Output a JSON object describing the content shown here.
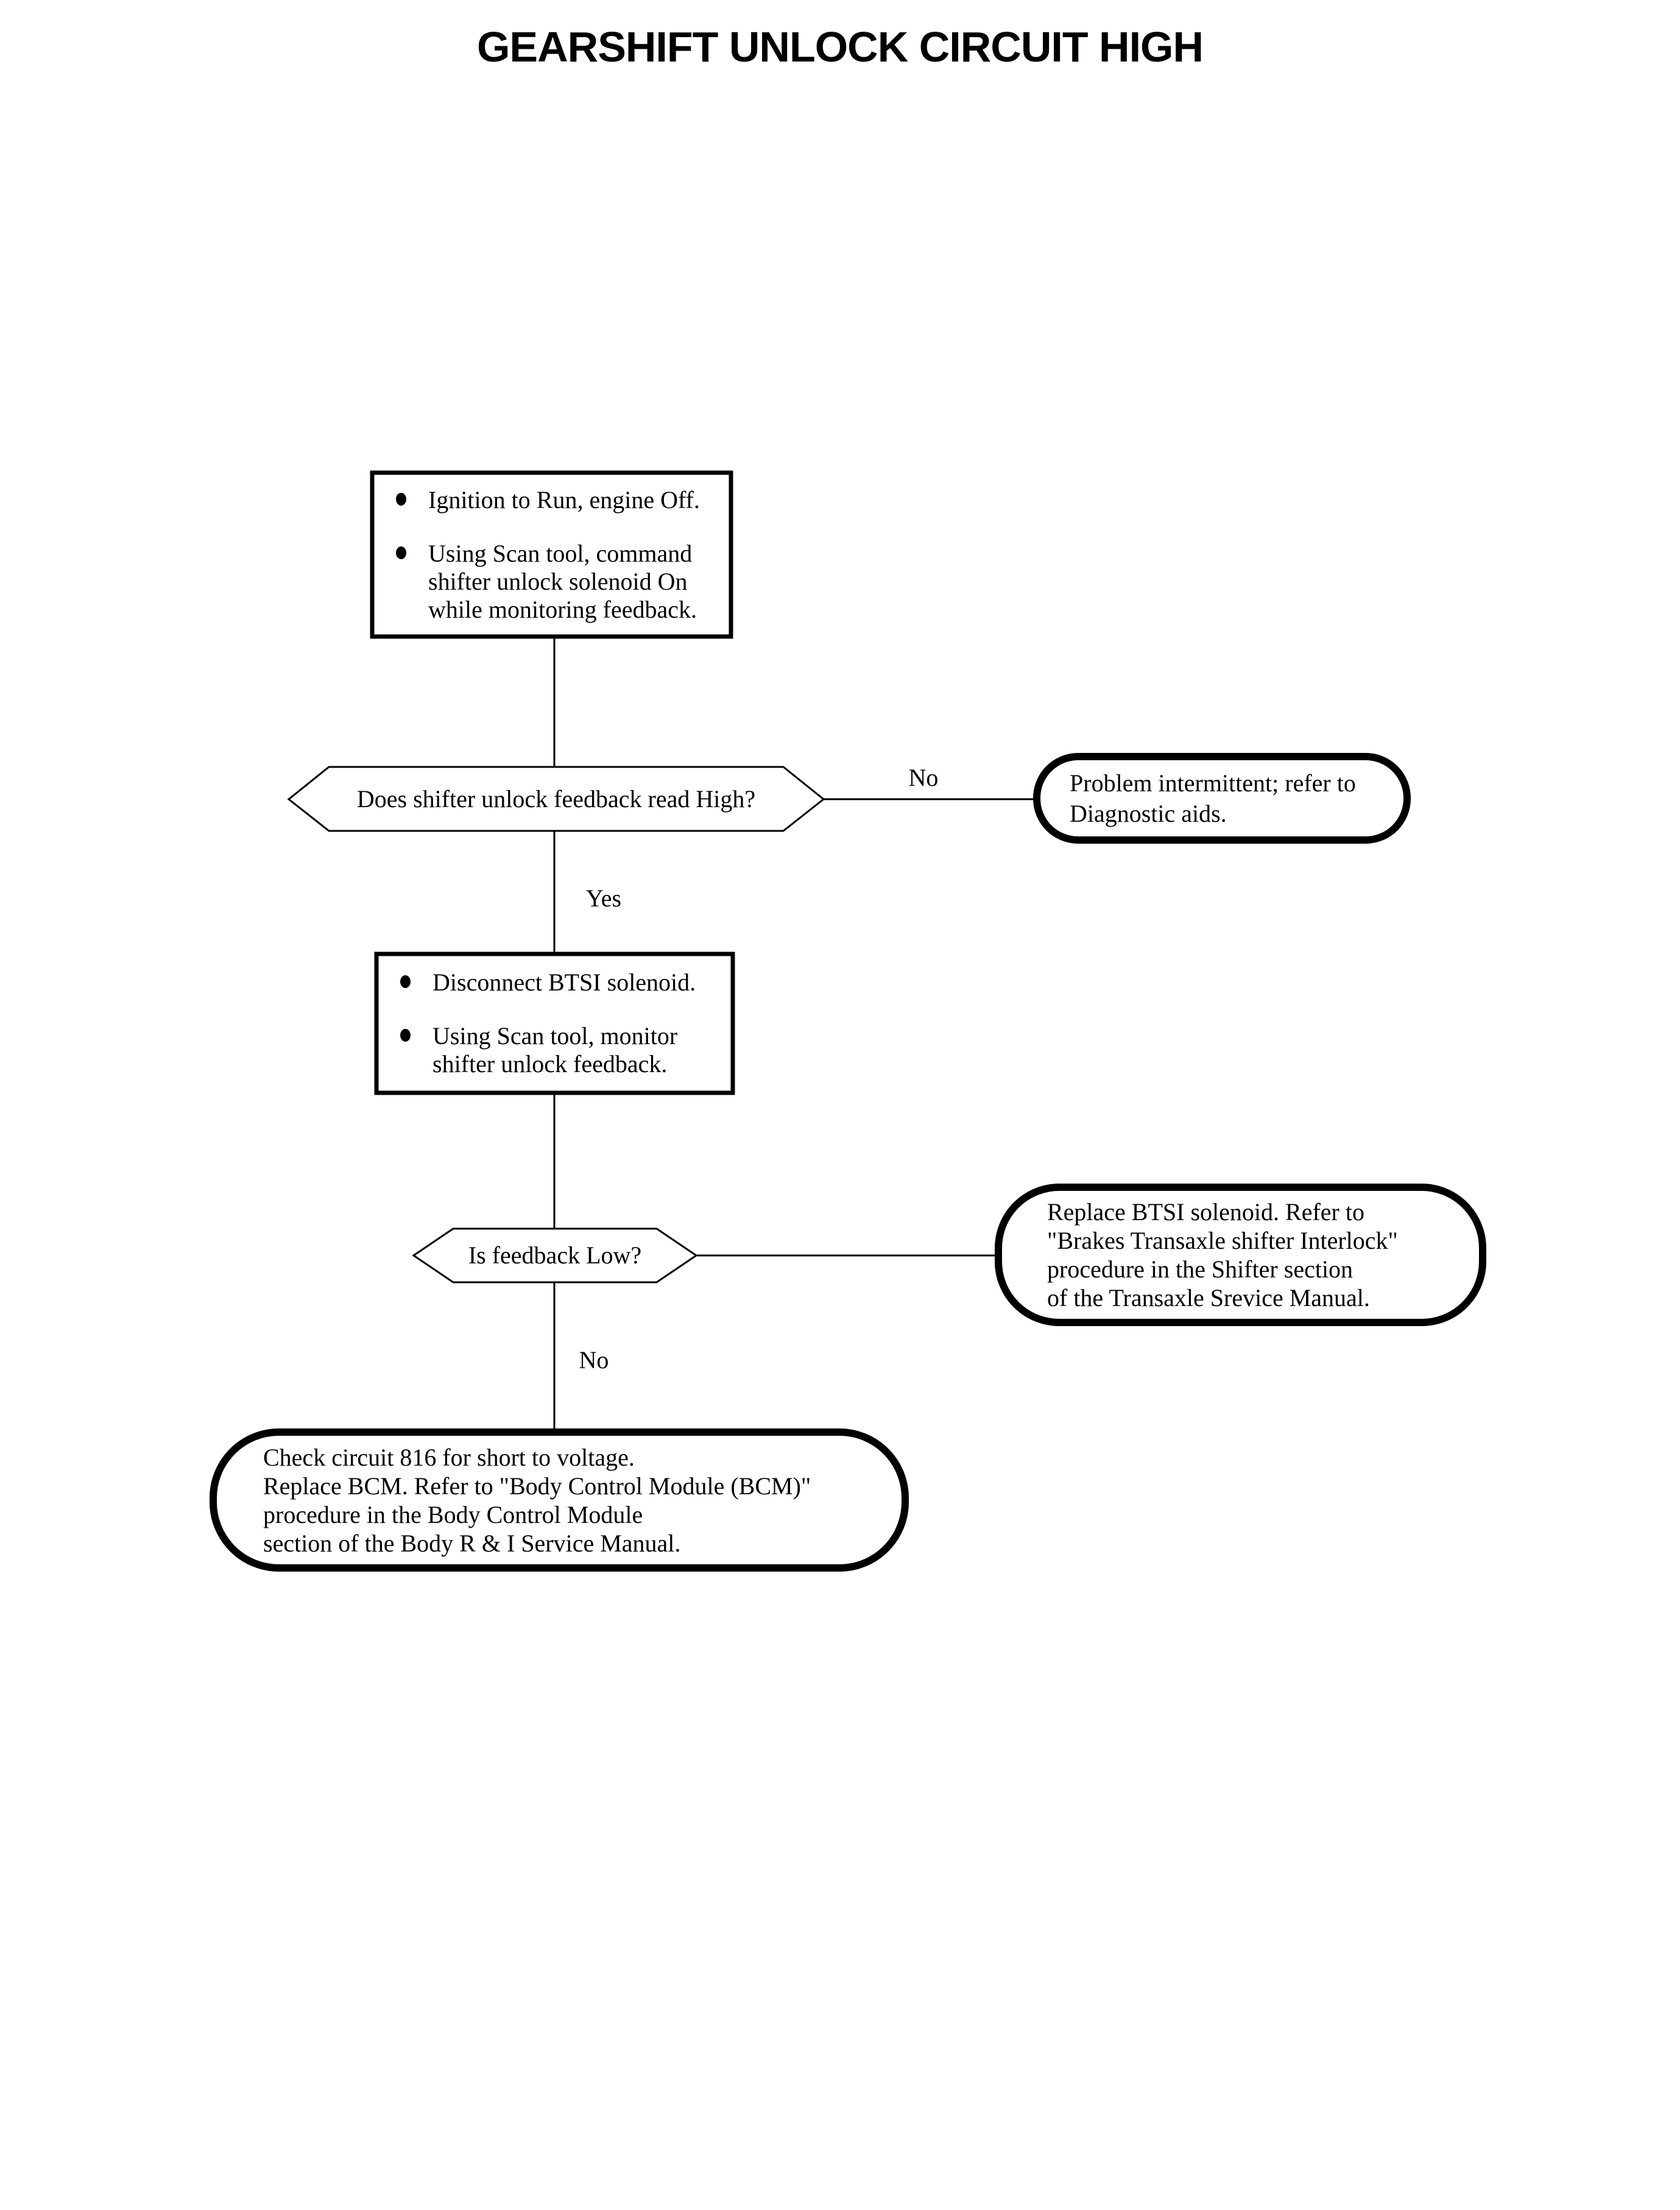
{
  "title": "GEARSHIFT UNLOCK CIRCUIT HIGH",
  "flow": {
    "step1": {
      "bullet1": "Ignition to Run, engine Off.",
      "bullet2_lines": [
        "Using Scan tool, command",
        "shifter unlock solenoid On",
        "while monitoring feedback."
      ]
    },
    "decision1": {
      "question": "Does shifter unlock feedback read High?",
      "no_label": "No",
      "yes_label": "Yes"
    },
    "outcome_intermittent": {
      "lines": [
        "Problem intermittent; refer to",
        "Diagnostic aids."
      ]
    },
    "step2": {
      "bullet1": "Disconnect BTSI solenoid.",
      "bullet2_lines": [
        "Using Scan tool, monitor",
        "shifter unlock feedback."
      ]
    },
    "decision2": {
      "question": "Is feedback Low?",
      "no_label": "No"
    },
    "outcome_replace_btsi": {
      "lines": [
        "Replace BTSI solenoid. Refer to",
        "\"Brakes Transaxle shifter Interlock\"",
        "procedure in the Shifter section",
        "of the Transaxle Srevice Manual."
      ]
    },
    "outcome_check_circuit": {
      "lines": [
        "Check circuit 816 for short to voltage.",
        "Replace BCM. Refer to \"Body Control Module (BCM)\"",
        "procedure in the Body Control Module",
        "section of the Body R & I Service Manual."
      ]
    }
  }
}
